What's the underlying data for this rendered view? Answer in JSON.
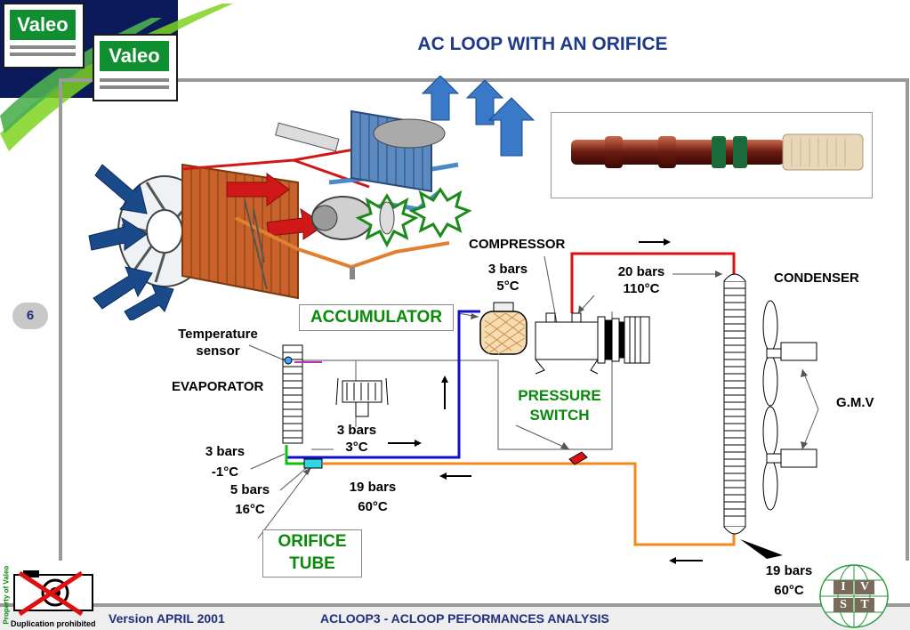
{
  "title": "AC LOOP WITH AN ORIFICE",
  "logos": {
    "valeo_text": "Valeo"
  },
  "slide_number": "6",
  "labels": {
    "compressor": "COMPRESSOR",
    "condenser": "CONDENSER",
    "accumulator": "ACCUMULATOR",
    "temperature_sensor_line1": "Temperature",
    "temperature_sensor_line2": "sensor",
    "evaporator": "EVAPORATOR",
    "pressure_switch_line1": "PRESSURE",
    "pressure_switch_line2": "SWITCH",
    "gmv": "G.M.V",
    "orifice_tube_line1": "ORIFICE",
    "orifice_tube_line2": "TUBE"
  },
  "measurements": {
    "compressor_inlet": {
      "pressure": "3 bars",
      "temp": "5°C"
    },
    "compressor_outlet": {
      "pressure": "20 bars",
      "temp": "110°C"
    },
    "evaporator_mid": {
      "pressure": "3 bars",
      "temp": "3°C"
    },
    "evaporator_in": {
      "pressure": "3 bars",
      "temp": "-1°C"
    },
    "orifice_out": {
      "pressure": "5 bars",
      "temp": "16°C"
    },
    "orifice_in": {
      "pressure": "19 bars",
      "temp": "60°C"
    },
    "condenser_out": {
      "pressure": "19 bars",
      "temp": "60°C"
    }
  },
  "footer": {
    "version": "Version APRIL 2001",
    "doc_title": "ACLOOP3 - ACLOOP PEFORMANCES ANALYSIS",
    "property": "Property of Valeo",
    "duplication": "Duplication prohibited"
  },
  "ivst": [
    "I",
    "V",
    "S",
    "T"
  ],
  "colors": {
    "title": "#1f3a8a",
    "high_pressure_gas": "#e01010",
    "low_pressure_gas": "#1010c8",
    "high_pressure_liquid": "#f08a1a",
    "low_pressure_liquid": "#10c010",
    "label_green": "#0a8a0a",
    "navy": "#0a1a5a",
    "frame_gray": "#9a9a9a"
  }
}
